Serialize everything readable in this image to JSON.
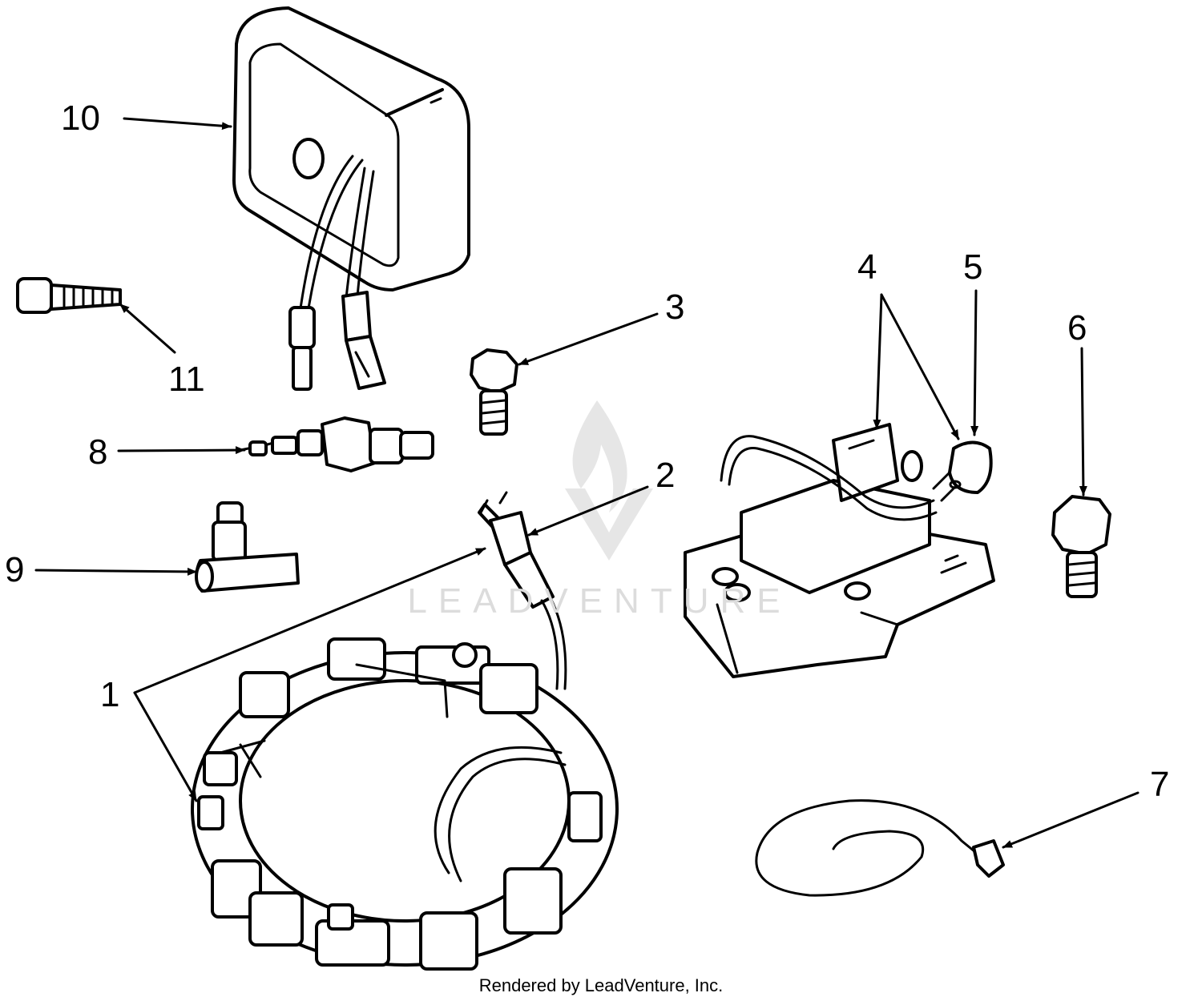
{
  "callouts": [
    {
      "id": "1",
      "label": "1"
    },
    {
      "id": "2",
      "label": "2"
    },
    {
      "id": "3",
      "label": "3"
    },
    {
      "id": "4",
      "label": "4"
    },
    {
      "id": "5",
      "label": "5"
    },
    {
      "id": "6",
      "label": "6"
    },
    {
      "id": "7",
      "label": "7"
    },
    {
      "id": "8",
      "label": "8"
    },
    {
      "id": "9",
      "label": "9"
    },
    {
      "id": "10",
      "label": "10"
    },
    {
      "id": "11",
      "label": "11"
    }
  ],
  "watermark": "LEADVENTURE",
  "footer": "Rendered by LeadVenture, Inc."
}
